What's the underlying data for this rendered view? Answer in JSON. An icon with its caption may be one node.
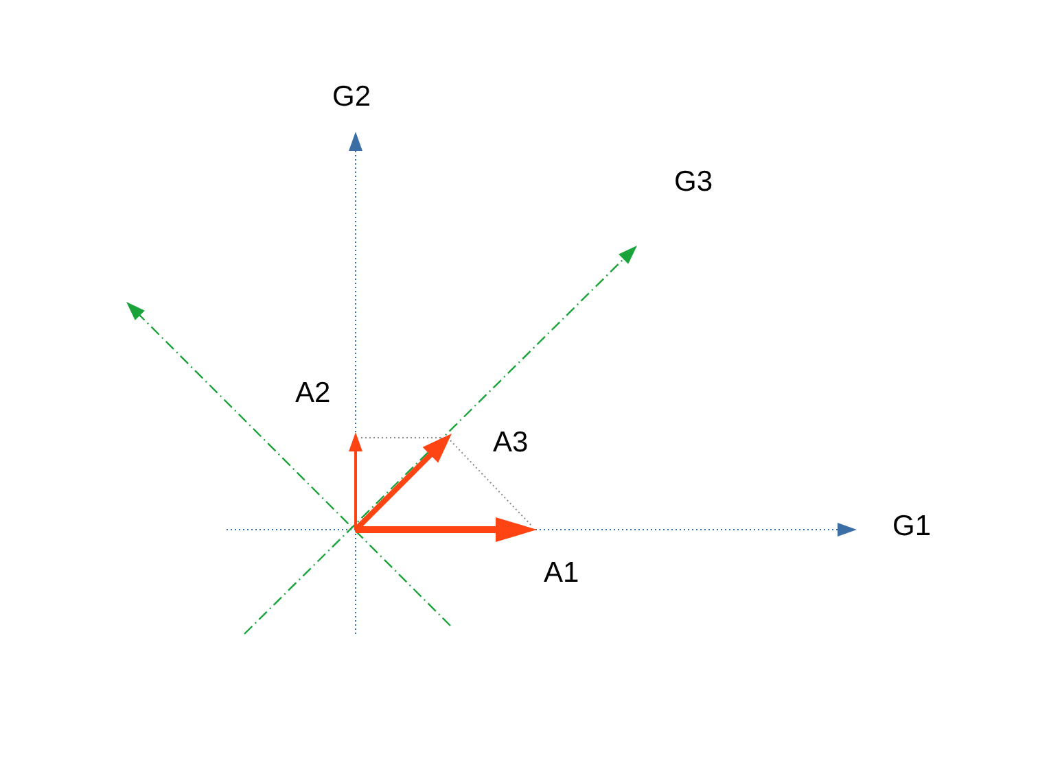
{
  "diagram": {
    "labels": [
      "G2",
      "G3",
      "A2",
      "A3",
      "G1",
      "A1"
    ]
  }
}
